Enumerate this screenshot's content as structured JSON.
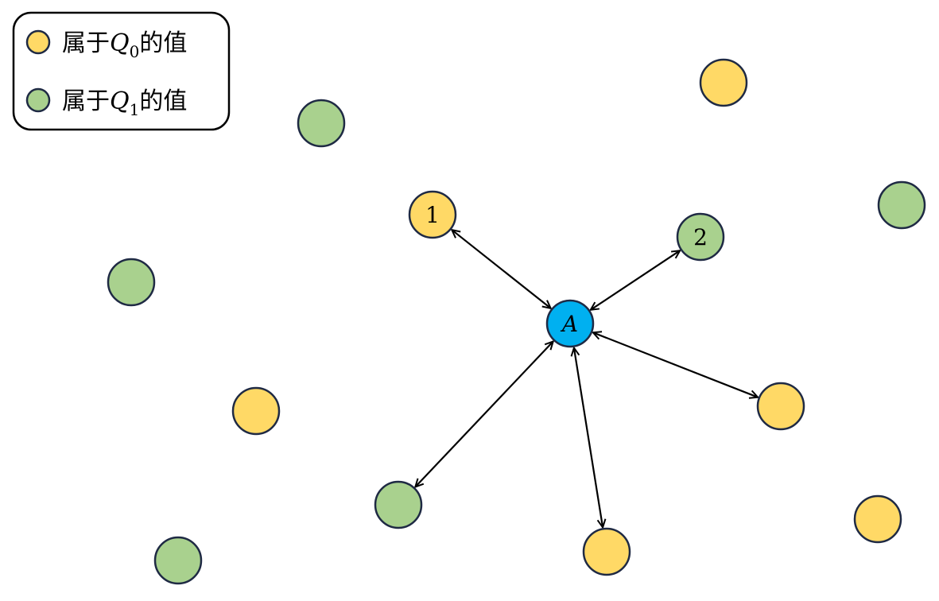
{
  "legend": {
    "items": [
      {
        "prefix": "属于",
        "symbol": "Q",
        "subscript": "0",
        "suffix": "的值",
        "color": "#FFD966"
      },
      {
        "prefix": "属于",
        "symbol": "Q",
        "subscript": "1",
        "suffix": "的值",
        "color": "#A9D18E"
      }
    ]
  },
  "colors": {
    "q0": "#FFD966",
    "q1": "#A9D18E",
    "center": "#00B0F0",
    "outline": "#1F2A44",
    "edge": "#000000"
  },
  "center": {
    "label": "A",
    "class": "center"
  },
  "nodes": [
    {
      "id": "n1",
      "class": "q0",
      "label": "1",
      "connected": true
    },
    {
      "id": "n2",
      "class": "q1",
      "label": "2",
      "connected": true
    },
    {
      "id": "n3",
      "class": "q0",
      "label": "",
      "connected": true
    },
    {
      "id": "n4",
      "class": "q1",
      "label": "",
      "connected": true
    },
    {
      "id": "n5",
      "class": "q0",
      "label": "",
      "connected": true
    },
    {
      "id": "n6",
      "class": "q0",
      "label": "",
      "connected": false
    },
    {
      "id": "n7",
      "class": "q1",
      "label": "",
      "connected": false
    },
    {
      "id": "n8",
      "class": "q1",
      "label": "",
      "connected": false
    },
    {
      "id": "n9",
      "class": "q1",
      "label": "",
      "connected": false
    },
    {
      "id": "n10",
      "class": "q0",
      "label": "",
      "connected": false
    },
    {
      "id": "n11",
      "class": "q0",
      "label": "",
      "connected": false
    },
    {
      "id": "n12",
      "class": "q1",
      "label": "",
      "connected": false
    }
  ]
}
